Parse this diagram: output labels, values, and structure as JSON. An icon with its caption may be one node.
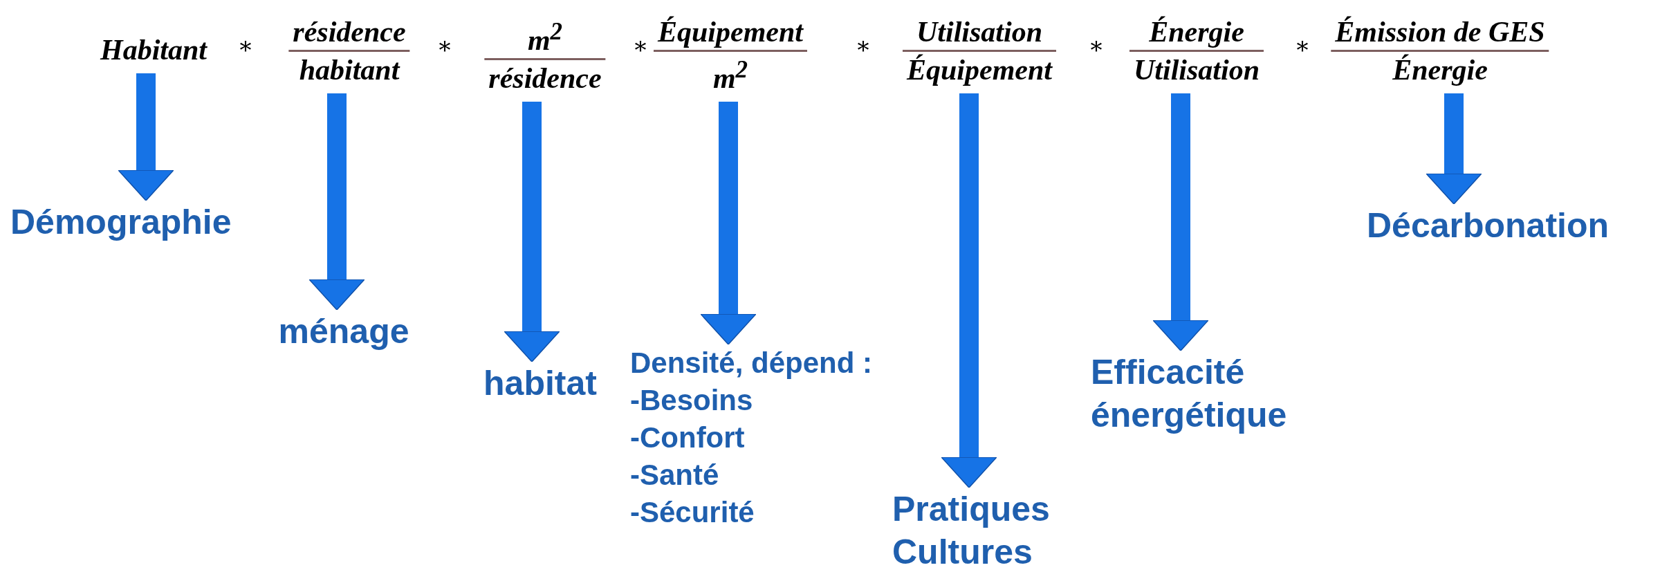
{
  "diagram": {
    "nodes": [
      {
        "text": [
          "Habitant"
        ]
      },
      {
        "text": [
          "résidence",
          "habitant"
        ]
      },
      {
        "text": [
          "m$^{2}$",
          "résidence"
        ]
      },
      {
        "text": [
          "Équipement",
          "m$^{2}$"
        ]
      },
      {
        "text": [
          "Utilisation",
          "Équipement"
        ]
      },
      {
        "text": [
          "Énergie",
          "Utilisation"
        ]
      },
      {
        "text": [
          "Émission de GES",
          "Énergie"
        ]
      },
      {
        "text": [
          "Démographie"
        ]
      },
      {
        "text": [
          "ménage"
        ]
      },
      {
        "text": [
          "habitat"
        ]
      },
      {
        "text": [
          "Densité, dépend :",
          "-Besoins",
          "-Confort",
          "-Santé",
          "-Sécurité"
        ]
      },
      {
        "text": [
          "Pratiques Cultures"
        ]
      },
      {
        "text": [
          "Efficacité énergétique"
        ]
      },
      {
        "text": [
          "Décarbonation"
        ]
      }
    ],
    "edges": [
      {
        "from": 0,
        "to": 7,
        "arrow": "to"
      },
      {
        "from": 1,
        "to": 8,
        "arrow": "to"
      },
      {
        "from": 2,
        "to": 9,
        "arrow": "to"
      },
      {
        "from": 3,
        "to": 10,
        "arrow": "to"
      },
      {
        "from": 4,
        "to": 11,
        "arrow": "to"
      },
      {
        "from": 5,
        "to": 12,
        "arrow": "to"
      },
      {
        "from": 6,
        "to": 13,
        "arrow": "to"
      }
    ],
    "labels": [
      "*",
      "*",
      "*",
      "*",
      "*",
      "*"
    ]
  }
}
